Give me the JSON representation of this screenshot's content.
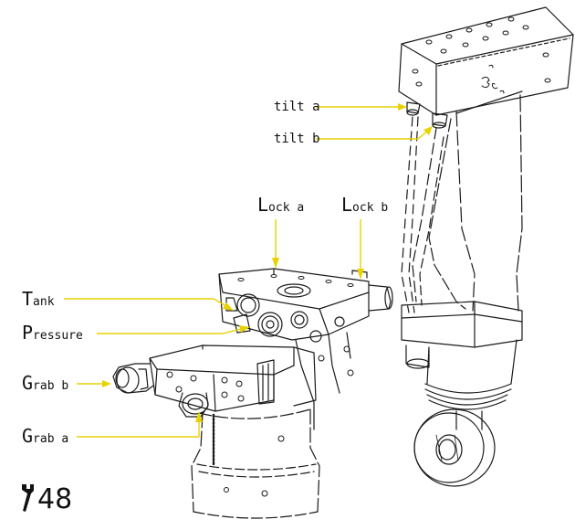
{
  "colors": {
    "leader": "#e8d200",
    "ink": "#1a1a1a",
    "background": "#ffffff"
  },
  "labels": {
    "tilt_a": "tilt a",
    "tilt_b": "tilt b",
    "lock_a": {
      "cap": "L",
      "rest": "ock a"
    },
    "lock_b": {
      "cap": "L",
      "rest": "ock b"
    },
    "tank": {
      "cap": "T",
      "rest": "ank"
    },
    "pressure": {
      "cap": "P",
      "rest": "ressure"
    },
    "grab_b": {
      "cap": "G",
      "rest": "rab b"
    },
    "grab_a": {
      "cap": "G",
      "rest": "rab a"
    }
  },
  "torque": {
    "icon": "wrench-icon",
    "value": "48"
  }
}
